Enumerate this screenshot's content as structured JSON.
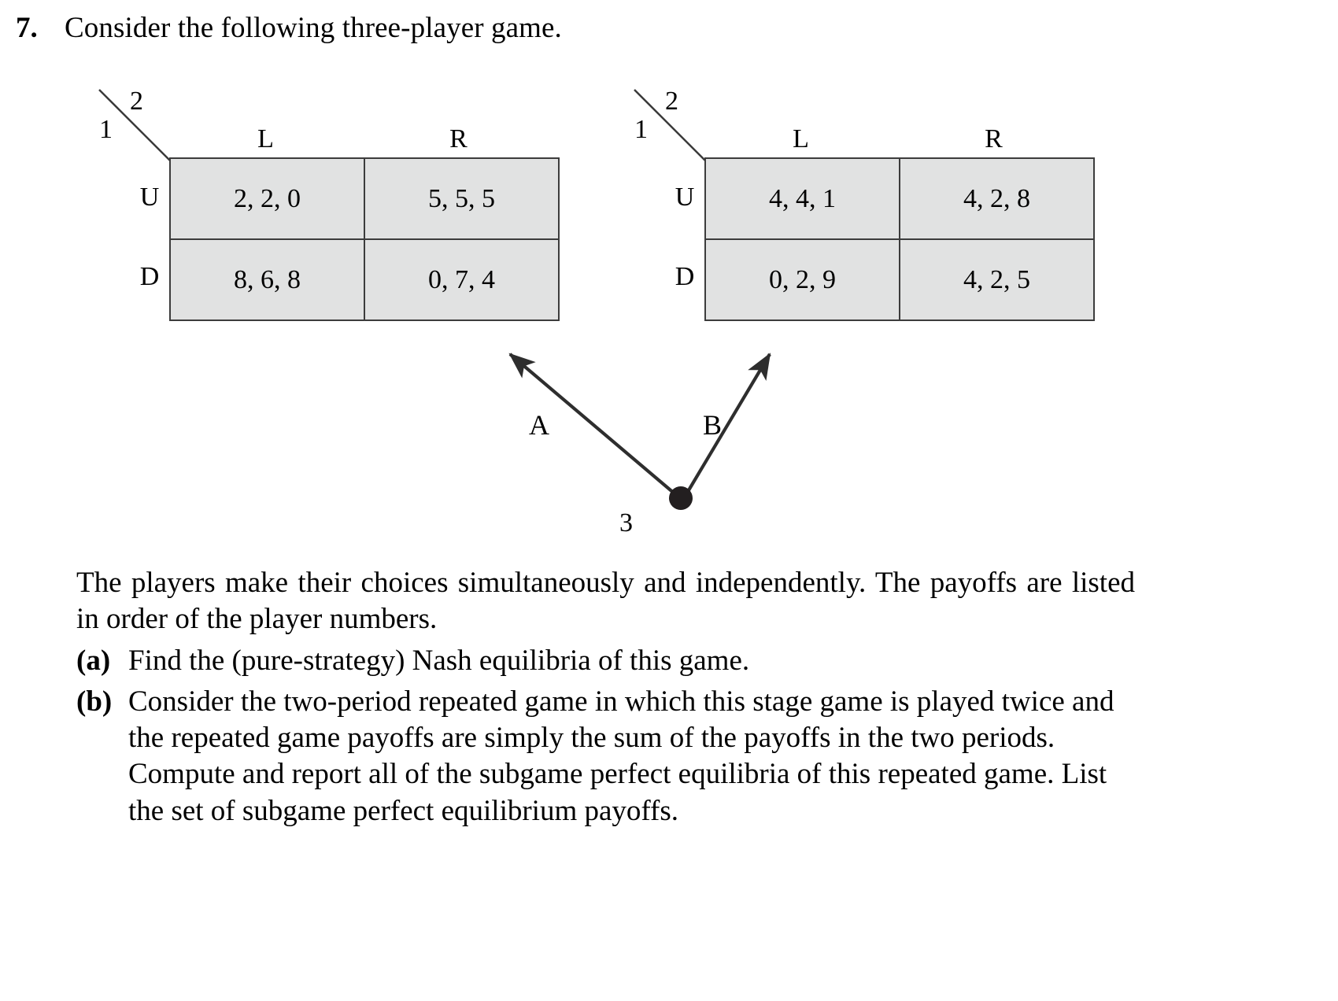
{
  "question": {
    "number": "7.",
    "prompt": "Consider the following three-player game."
  },
  "matrices": [
    {
      "name": "matrix-a",
      "corner_row_player": "1",
      "corner_col_player": "2",
      "col_headers": [
        "L",
        "R"
      ],
      "row_headers": [
        "U",
        "D"
      ],
      "cells": [
        [
          "2, 2, 0",
          "5, 5, 5"
        ],
        [
          "8, 6, 8",
          "0, 7, 4"
        ]
      ]
    },
    {
      "name": "matrix-b",
      "corner_row_player": "1",
      "corner_col_player": "2",
      "col_headers": [
        "L",
        "R"
      ],
      "row_headers": [
        "U",
        "D"
      ],
      "cells": [
        [
          "4, 4, 1",
          "4, 2, 8"
        ],
        [
          "0, 2, 9",
          "4, 2, 5"
        ]
      ]
    }
  ],
  "node_diagram": {
    "left_branch_label": "A",
    "right_branch_label": "B",
    "node_label": "3"
  },
  "body": {
    "paragraph": "The players make their choices simultaneously and independently. The payoffs are listed in order of the player numbers.",
    "items": [
      {
        "marker": "(a)",
        "text": "Find the (pure-strategy) Nash equilibria of this game."
      },
      {
        "marker": "(b)",
        "text": "Consider the two-period repeated game in which this stage game is played twice and the repeated game payoffs are simply the sum of the payoffs in the two periods. Compute and report all of the subgame perfect equilibria of this repeated game. List the set of subgame perfect equilibrium payoffs."
      }
    ]
  },
  "colors": {
    "cell_fill": "#e1e2e2",
    "cell_border": "#3c3c3c",
    "ink": "#000000",
    "line": "#3a3a3a"
  }
}
